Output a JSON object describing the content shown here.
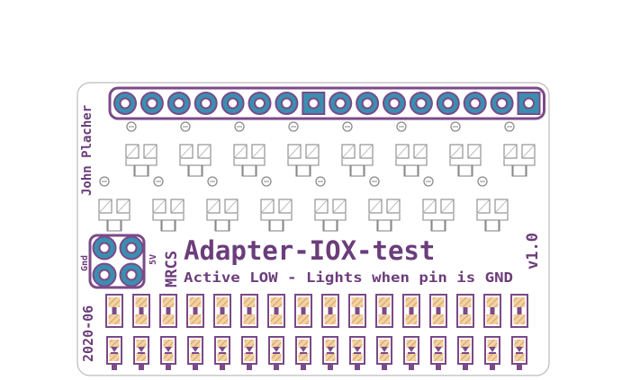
{
  "board": {
    "title": "Adapter-IOX-test",
    "subtitle": "Active LOW - Lights when pin is GND",
    "version": "v1.0",
    "author": "John Placher",
    "brand": "MRCS",
    "date": "2020-06",
    "power_label_gnd": "Gnd",
    "power_label_5v": "5V"
  },
  "colors": {
    "silk": "#6b3d7a",
    "copper": "#f2d2a2",
    "copper_dark": "#d9a066",
    "pad": "#3a8fb0",
    "pad_hole": "#ffffff",
    "outline": "#bcbcbc",
    "pad_ring": "#7b4a88"
  },
  "header": {
    "pin_count": 16,
    "square_pin_indices": [
      7,
      15
    ]
  },
  "power_header": {
    "pin_count": 4
  },
  "component_rows": {
    "transistor_row_1": 8,
    "transistor_row_2": 8,
    "resistor_row": 16,
    "led_row": 16
  }
}
